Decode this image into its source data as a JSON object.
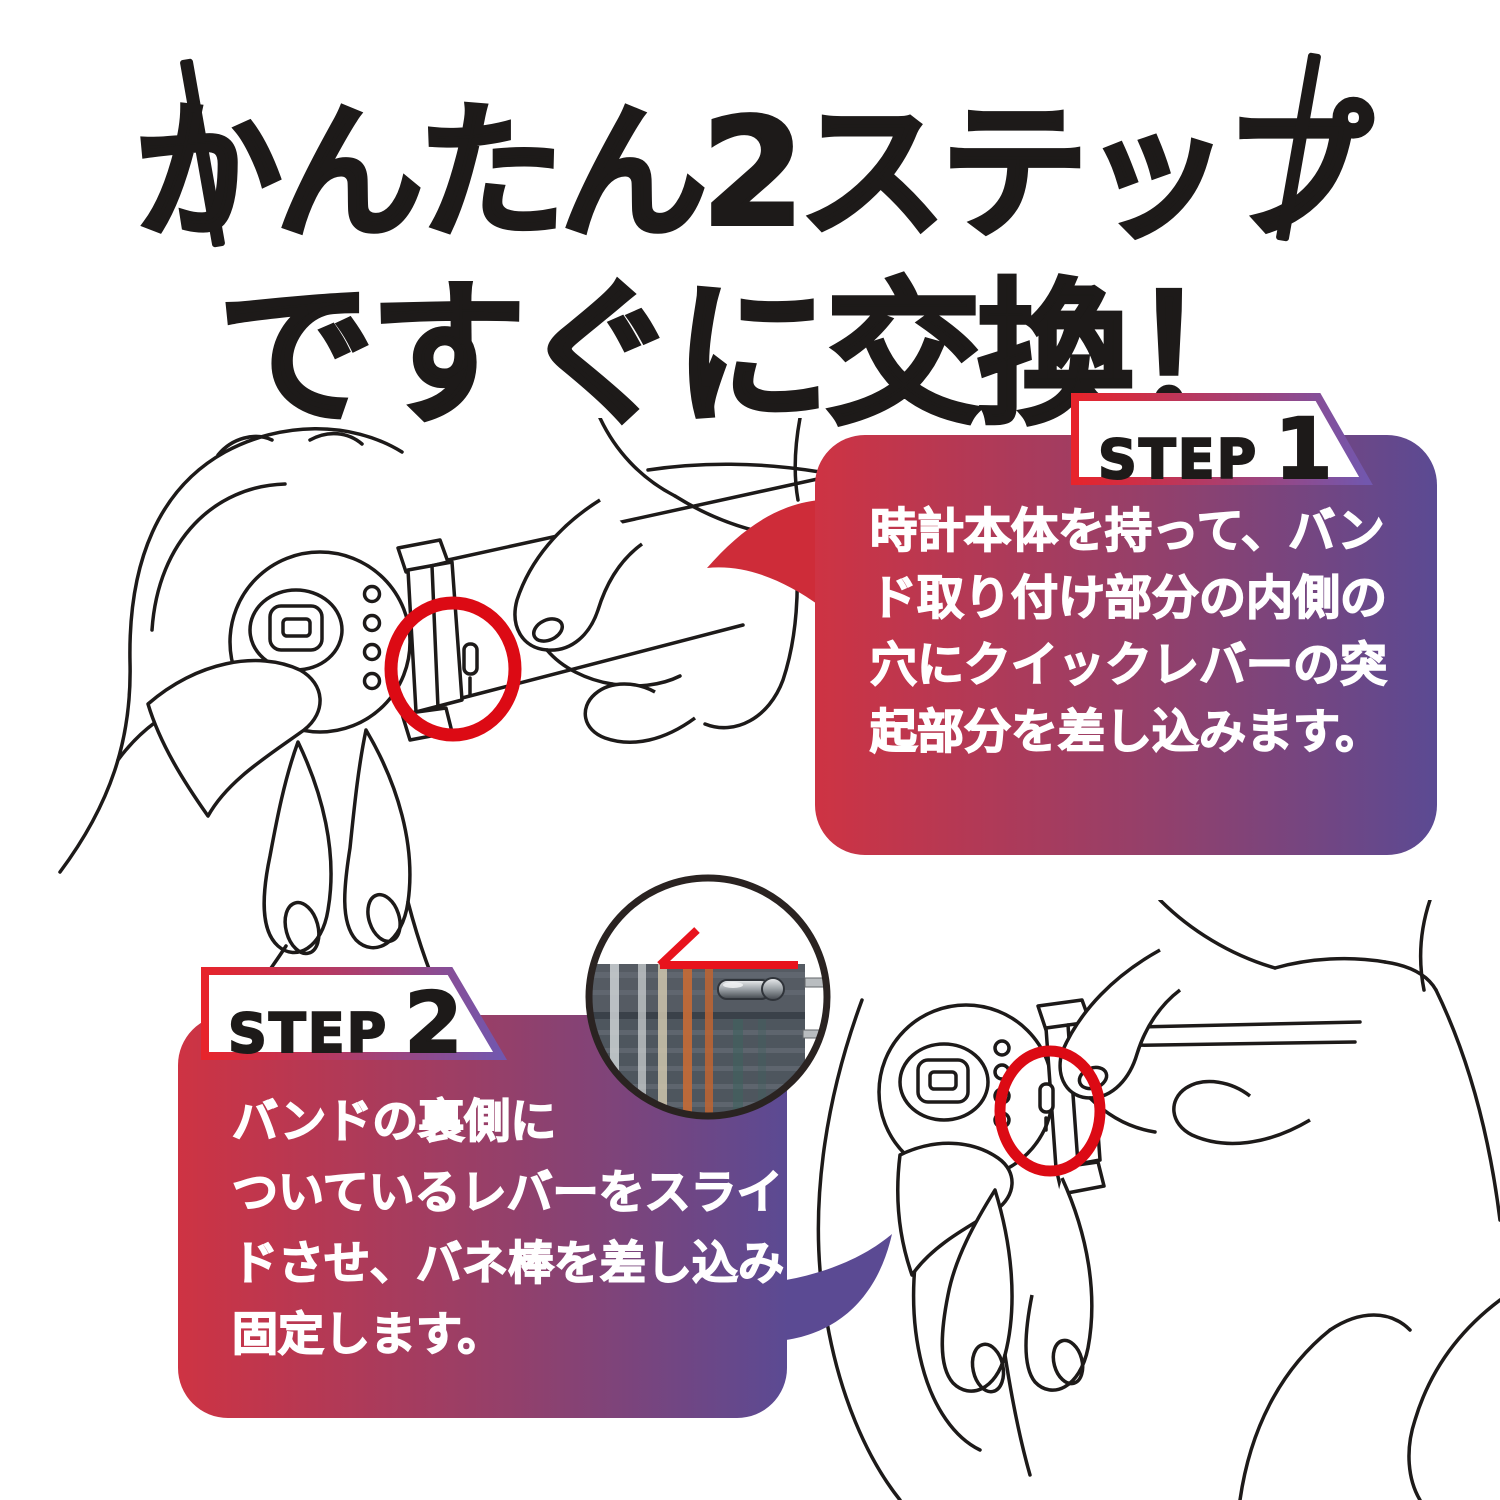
{
  "title": {
    "line1": "かんたん2ステップ",
    "line2": "ですぐに交換！"
  },
  "step1": {
    "label": "STEP",
    "number": "1",
    "lines": [
      "時計本体を持って、バン",
      "ド取り付け部分の内側の",
      "穴にクイックレバーの突",
      "起部分を差し込みます。"
    ]
  },
  "step2": {
    "label": "STEP",
    "number": "2",
    "lines": [
      "バンドの裏側に",
      "ついているレバーをスライ",
      "ドさせ、バネ棒を差し込み",
      "固定します。"
    ]
  },
  "colors": {
    "ink_black": "#1d1a19",
    "text_white": "#ffffff",
    "gradient_red": "#ce3343",
    "gradient_purple": "#5b4a93",
    "tail_red": "#ce2c39",
    "label_border_red": "#e7242b",
    "label_border_purple": "#7257ae",
    "highlight_red": "#dc0a14",
    "annotation_red": "#e8131d",
    "photo_ring": "#2a2321"
  }
}
